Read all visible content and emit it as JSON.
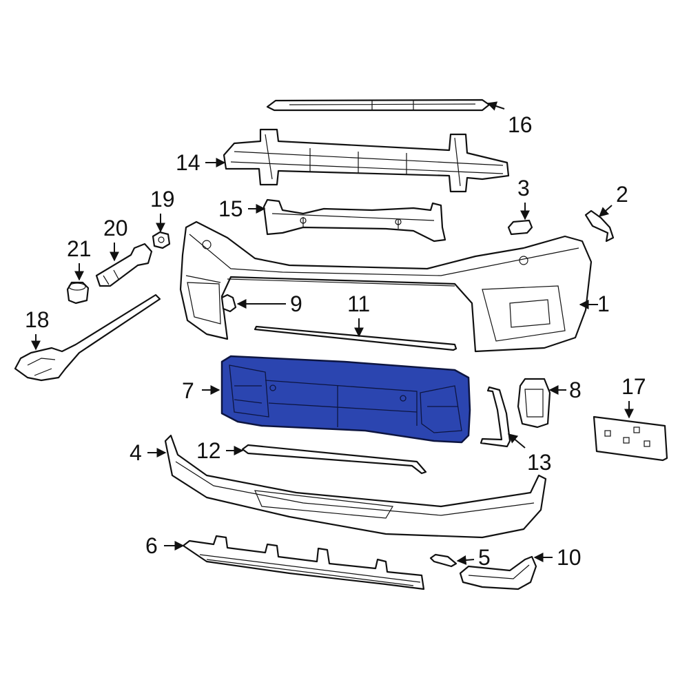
{
  "diagram": {
    "highlight_color": "#2b45b0",
    "highlighted_part": "7",
    "callouts": [
      "1",
      "2",
      "3",
      "4",
      "5",
      "6",
      "7",
      "8",
      "9",
      "10",
      "11",
      "12",
      "13",
      "14",
      "15",
      "16",
      "17",
      "18",
      "19",
      "20",
      "21"
    ]
  }
}
